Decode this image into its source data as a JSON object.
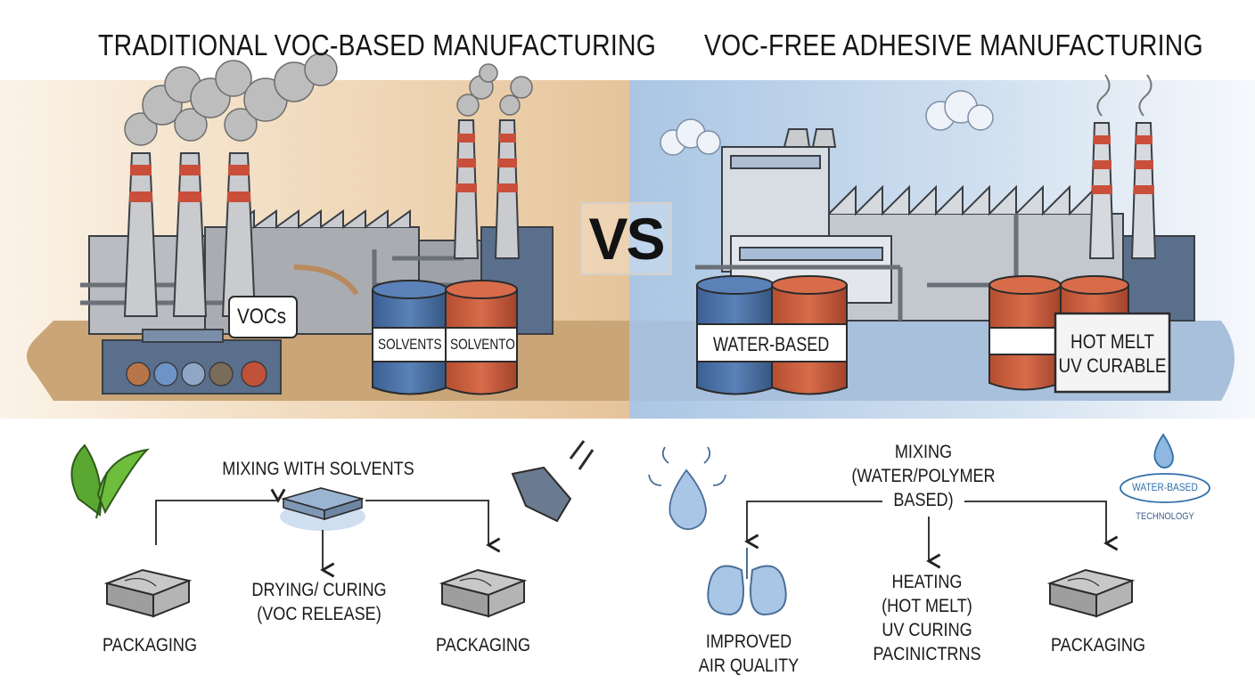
{
  "left": {
    "title": "TRADITIONAL VOC-BASED MANUFACTURING",
    "vocs_label": "VOCs",
    "barrel_label_1": "SOLVENTS",
    "barrel_label_2": "SOLVENTO",
    "mixing_label": "MIXING WITH SOLVENTS",
    "drying_label": [
      "DRYING/ CURING",
      "(VOC RELEASE)"
    ],
    "packaging_left": "PACKAGING",
    "packaging_right": "PACKAGING"
  },
  "vs_label": "VS",
  "right": {
    "title": "VOC-FREE ADHESIVE MANUFACTURING",
    "water_based_label": "WATER-BASED",
    "hot_melt_label": [
      "HOT MELT",
      "UV CURABLE"
    ],
    "mixing_label": [
      "MIXING",
      "(WATER/POLYMER",
      "BASED)"
    ],
    "heating_label": [
      "HEATING",
      "(HOT MELT)",
      "UV CURING",
      "PACINICTRNS"
    ],
    "air_quality_label": [
      "IMPROVED",
      "AIR QUALITY"
    ],
    "packaging_label": "PACKAGING",
    "badge_line_1": "WATER-BASED",
    "badge_line_2": "TECHNOLOGY"
  },
  "colors": {
    "left_bg": "#e8c9a0",
    "right_bg": "#b9cfe6",
    "ground_left": "#c9a577",
    "ground_right": "#a9c0dc",
    "barrel_blue": "#4a6fa3",
    "barrel_red": "#c95c3c",
    "stack_stripe": "#c94f3a",
    "leaf_green": "#5aa832",
    "water_blue": "#8fb7e0"
  },
  "icons": [
    "smoke-icon",
    "leaf-icon",
    "nozzle-icon",
    "water-drop-icon",
    "lungs-icon",
    "box-icon",
    "water-badge-icon"
  ]
}
